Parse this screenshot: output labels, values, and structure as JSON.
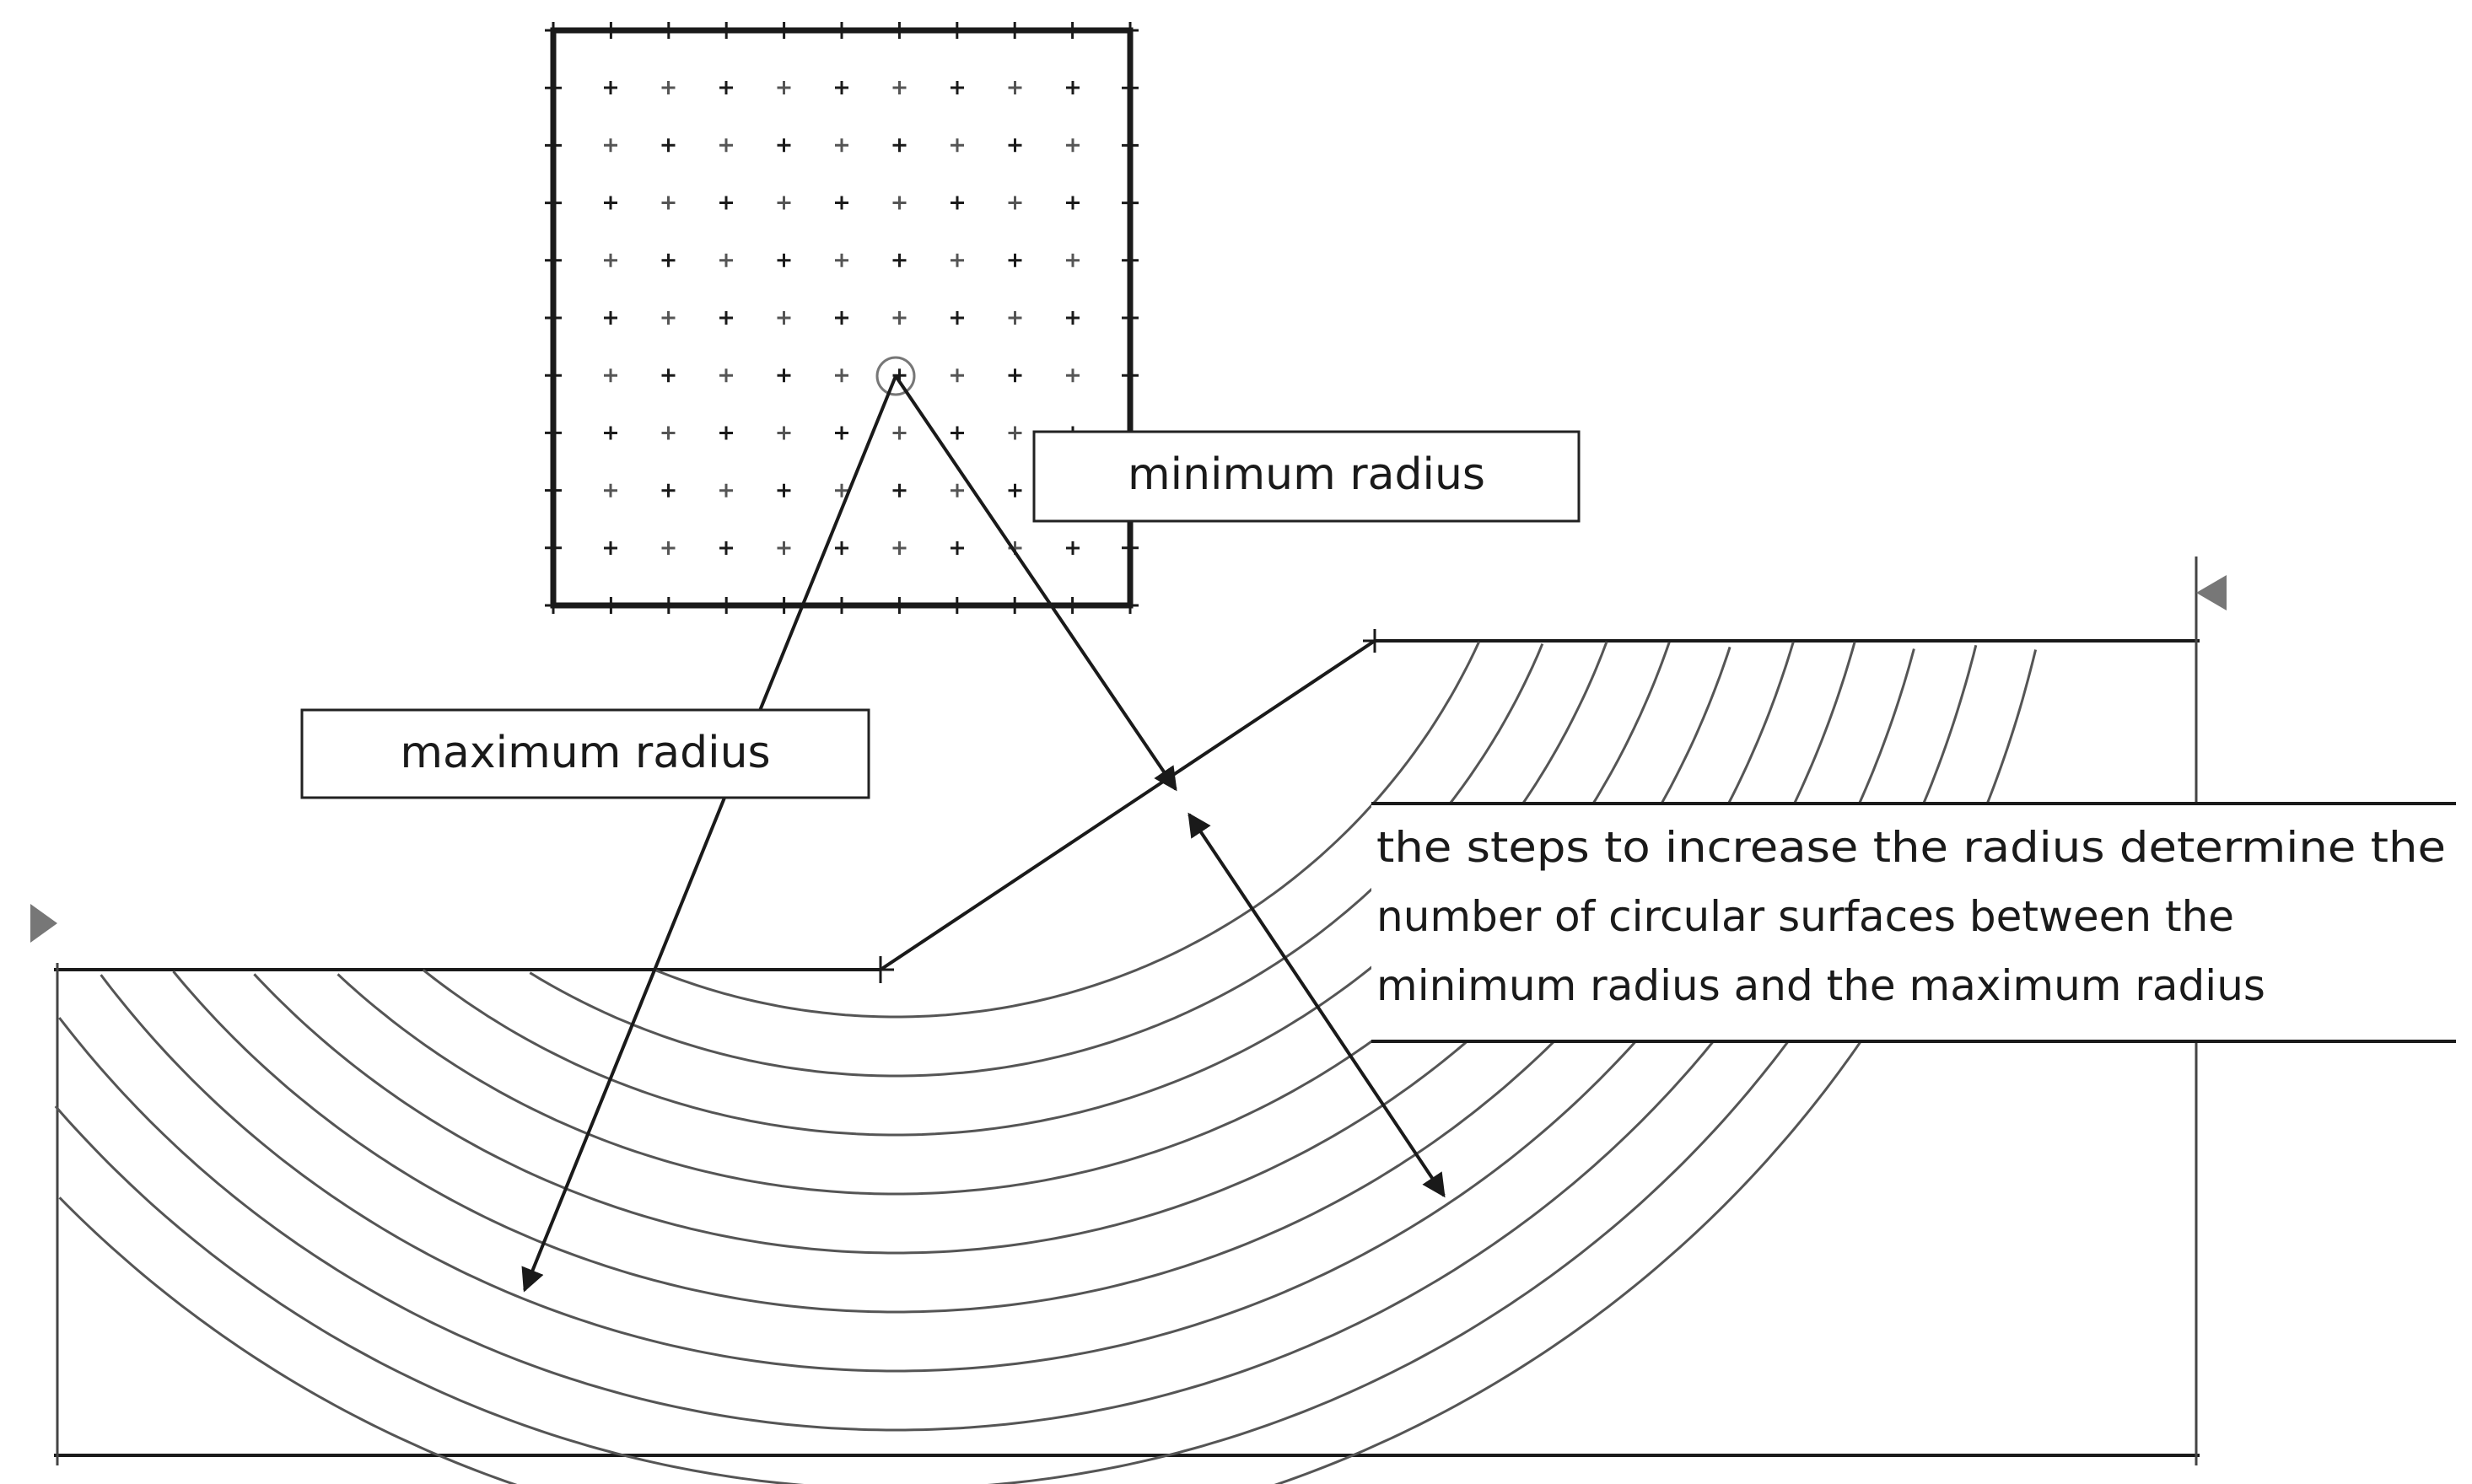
{
  "labels": {
    "minimum_radius": "minimum radius",
    "maximum_radius": "maximum radius",
    "steps_note": [
      "the steps to increase the radius determine the",
      "number of circular surfaces between the",
      "minimum radius and the maximum radius"
    ]
  },
  "colors": {
    "line": "#1a1a1a",
    "arc": "#555555",
    "marker": "#777777",
    "background": "#ffffff"
  }
}
